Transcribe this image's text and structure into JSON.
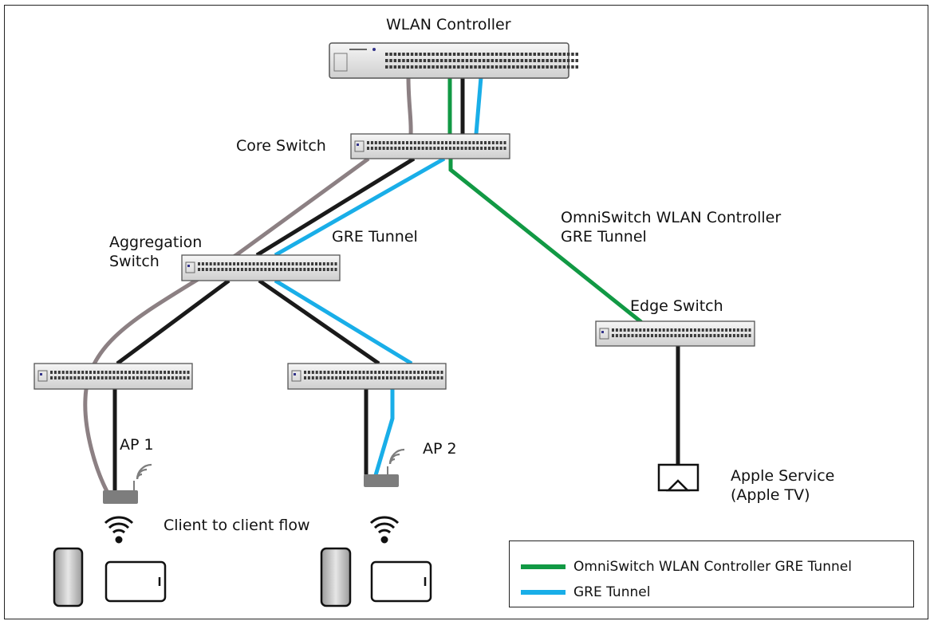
{
  "title": "WLAN Controller",
  "nodes": {
    "core_switch": "Core Switch",
    "aggregation_switch": [
      "Aggregation",
      "Switch"
    ],
    "edge_switch": "Edge Switch",
    "ap1": "AP 1",
    "ap2": "AP 2",
    "apple_service": [
      "Apple Service",
      "(Apple TV)"
    ]
  },
  "annotations": {
    "gre_tunnel": "GRE Tunnel",
    "omni_tunnel": [
      "OmniSwitch WLAN Controller",
      "GRE Tunnel"
    ],
    "client_flow": "Client to client flow"
  },
  "legend": [
    {
      "label": "OmniSwitch WLAN Controller GRE Tunnel",
      "color": "#119944"
    },
    {
      "label": "GRE Tunnel",
      "color": "#19aee8"
    }
  ],
  "colors": {
    "omni_gre": "#119944",
    "gre": "#19aee8",
    "client_flow": "#8c8083",
    "link": "#1a1a1a"
  }
}
